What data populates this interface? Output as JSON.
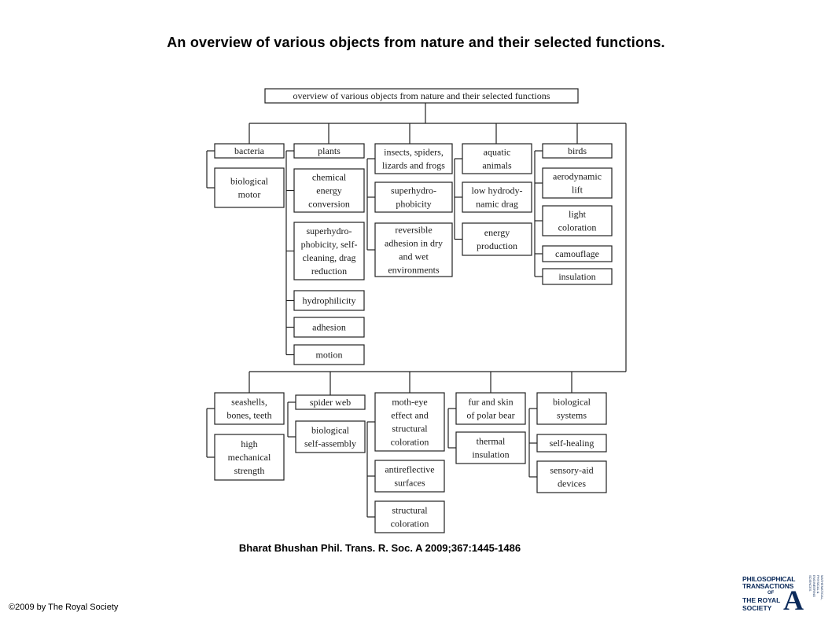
{
  "slide": {
    "title": "An overview of various objects from nature and their selected functions.",
    "citation": "Bharat Bhushan Phil. Trans. R. Soc. A 2009;367:1445-1486",
    "copyright": "©2009 by The Royal Society"
  },
  "logo": {
    "line1": "PHILOSOPHICAL",
    "line2": "TRANSACTIONS",
    "of": "OF",
    "line3": "THE ROYAL",
    "line4": "SOCIETY",
    "letter": "A",
    "side_text": "MATHEMATICAL, PHYSICAL & ENGINEERING SCIENCES"
  },
  "diagram": {
    "root": "overview of various objects from nature and their selected functions",
    "top_row": [
      {
        "title": [
          "bacteria"
        ],
        "children": [
          [
            "biological",
            "motor"
          ]
        ]
      },
      {
        "title": [
          "plants"
        ],
        "children": [
          [
            "chemical",
            "energy",
            "conversion"
          ],
          [
            "superhydro-",
            "phobicity, self-",
            "cleaning, drag",
            "reduction"
          ],
          [
            "hydrophilicity"
          ],
          [
            "adhesion"
          ],
          [
            "motion"
          ]
        ]
      },
      {
        "title": [
          "insects, spiders,",
          "lizards and frogs"
        ],
        "children": [
          [
            "superhydro-",
            "phobicity"
          ],
          [
            "reversible",
            "adhesion in dry",
            "and wet",
            "environments"
          ]
        ]
      },
      {
        "title": [
          "aquatic",
          "animals"
        ],
        "children": [
          [
            "low hydrody-",
            "namic drag"
          ],
          [
            "energy",
            "production"
          ]
        ]
      },
      {
        "title": [
          "birds"
        ],
        "children": [
          [
            "aerodynamic",
            "lift"
          ],
          [
            "light",
            "coloration"
          ],
          [
            "camouflage"
          ],
          [
            "insulation"
          ]
        ]
      }
    ],
    "bottom_row": [
      {
        "title": [
          "seashells,",
          "bones, teeth"
        ],
        "children": [
          [
            "high",
            "mechanical",
            "strength"
          ]
        ]
      },
      {
        "title": [
          "spider web"
        ],
        "children": [
          [
            "biological",
            "self-assembly"
          ]
        ]
      },
      {
        "title": [
          "moth-eye",
          "effect and",
          "structural",
          "coloration"
        ],
        "children": [
          [
            "antireflective",
            "surfaces"
          ],
          [
            "structural",
            "coloration"
          ]
        ]
      },
      {
        "title": [
          "fur and skin",
          "of polar bear"
        ],
        "children": [
          [
            "thermal",
            "insulation"
          ]
        ]
      },
      {
        "title": [
          "biological",
          "systems"
        ],
        "children": [
          [
            "self-healing"
          ],
          [
            "sensory-aid",
            "devices"
          ]
        ]
      }
    ]
  }
}
